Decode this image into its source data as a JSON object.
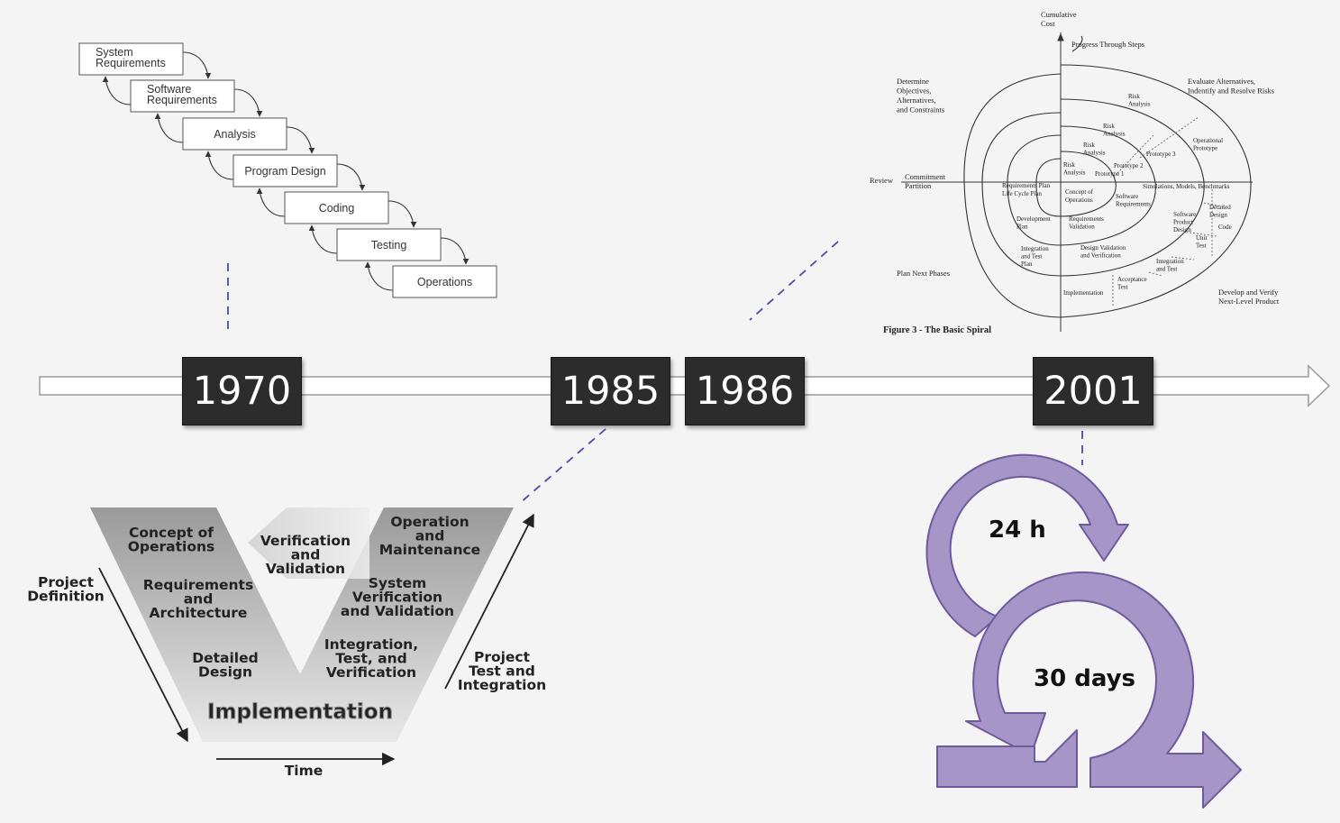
{
  "timeline": {
    "years": [
      "1970",
      "1985",
      "1986",
      "2001"
    ]
  },
  "waterfall": {
    "steps": [
      [
        "System",
        "Requirements"
      ],
      [
        "Software",
        "Requirements"
      ],
      [
        "Analysis"
      ],
      [
        "Program Design"
      ],
      [
        "Coding"
      ],
      [
        "Testing"
      ],
      [
        "Operations"
      ]
    ]
  },
  "spiral": {
    "cumulative_cost": [
      "Cumulative",
      "Cost"
    ],
    "progress": "Progress Through Steps",
    "determine": [
      "Determine",
      "Objectives,",
      "Alternatives,",
      "and Constraints"
    ],
    "evaluate": [
      "Evaluate Alternatives,",
      "Indentify and Resolve Risks"
    ],
    "review": "Review",
    "commitment": [
      "Commitment",
      "Partition"
    ],
    "plan_next": "Plan Next Phases",
    "develop": [
      "Develop and Verify",
      "Next-Level Product"
    ],
    "caption": "Figure 3 - The Basic Spiral",
    "risk_analysis": [
      "Risk",
      "Analysis"
    ],
    "operational_prototype": [
      "Operational",
      "Prototype"
    ],
    "prototype_3": "Prototype 3",
    "prototype_2": "Prototype 2",
    "prototype_1": "Prototype 1",
    "req_plan": [
      "Requirements Plan",
      "Life Cycle Plan"
    ],
    "concept_ops": [
      "Concept of",
      "Operations"
    ],
    "software_req": [
      "Software",
      "Requirements"
    ],
    "simulations": "Simulations, Models, Benchmarks",
    "detailed_design": [
      "Detailed",
      "Design"
    ],
    "code": "Code",
    "development_plan": [
      "Development",
      "Plan"
    ],
    "req_validation": [
      "Requirements",
      "Validation"
    ],
    "software_product": [
      "Software",
      "Product",
      "Design"
    ],
    "unit_test": [
      "Unit",
      "Test"
    ],
    "integration_plan": [
      "Integration",
      "and Test",
      "Plan"
    ],
    "design_validation": [
      "Design Validation",
      "and Verification"
    ],
    "integration_test": [
      "Integration",
      "and Test"
    ],
    "acceptance_test": [
      "Acceptance",
      "Test"
    ],
    "implementation": "Implementation"
  },
  "vmodel": {
    "concept": [
      "Concept of",
      "Operations"
    ],
    "requirements": [
      "Requirements",
      "and",
      "Architecture"
    ],
    "detailed": [
      "Detailed",
      "Design"
    ],
    "verification": [
      "Verification",
      "and",
      "Validation"
    ],
    "operation": [
      "Operation",
      "and",
      "Maintenance"
    ],
    "system": [
      "System",
      "Verification",
      "and Validation"
    ],
    "integration": [
      "Integration,",
      "Test, and",
      "Verification"
    ],
    "implementation": "Implementation",
    "project_definition": [
      "Project",
      "Definition"
    ],
    "project_test": [
      "Project",
      "Test and",
      "Integration"
    ],
    "time": "Time"
  },
  "scrum": {
    "daily": "24 h",
    "sprint": "30 days"
  },
  "colors": {
    "year_box": "#2c2c2c",
    "scrum_purple": "#a696c8",
    "scrum_outline": "#6f5a9e",
    "dash": "#4a4aa8"
  }
}
